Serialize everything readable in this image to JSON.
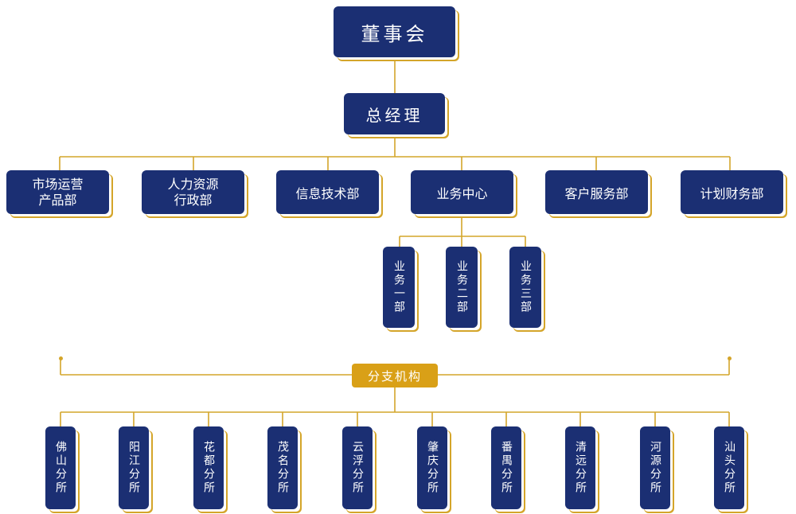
{
  "colors": {
    "node": "#1b2f73",
    "line": "#d4a52a",
    "badge": "#d9a017"
  },
  "board": "董事会",
  "gm": "总经理",
  "departments": [
    {
      "line1": "市场运营",
      "line2": "产品部"
    },
    {
      "line1": "人力资源",
      "line2": "行政部"
    },
    {
      "line1": "信息技术部",
      "line2": ""
    },
    {
      "line1": "业务中心",
      "line2": ""
    },
    {
      "line1": "客户服务部",
      "line2": ""
    },
    {
      "line1": "计划财务部",
      "line2": ""
    }
  ],
  "business_units": [
    "业务一部",
    "业务二部",
    "业务三部"
  ],
  "branch_label": "分支机构",
  "branches": [
    "佛山分所",
    "阳江分所",
    "花都分所",
    "茂名分所",
    "云浮分所",
    "肇庆分所",
    "番禺分所",
    "清远分所",
    "河源分所",
    "汕头分所"
  ]
}
